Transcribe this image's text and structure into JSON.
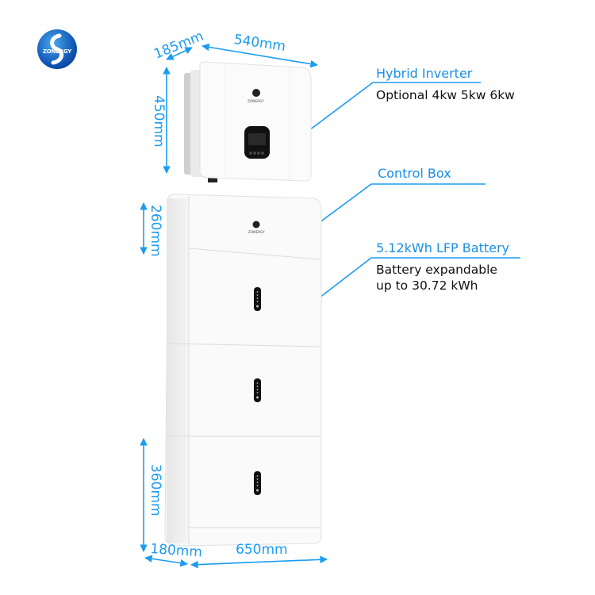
{
  "brand": {
    "logo_text": "ZONERGY"
  },
  "inverter": {
    "depth": "185mm",
    "width": "540mm",
    "height": "450mm",
    "title": "Hybrid Inverter",
    "subtitle": "Optional 4kw 5kw 6kw"
  },
  "control_box": {
    "title": "Control Box",
    "height": "260mm"
  },
  "battery": {
    "title": "5.12kWh LFP Battery",
    "line1": "Battery expandable",
    "line2": "up to 30.72 kWh",
    "height": "360mm",
    "depth": "180mm",
    "width": "650mm"
  },
  "colors": {
    "accent": "#1a9cf0",
    "title": "#1a8fe3"
  }
}
